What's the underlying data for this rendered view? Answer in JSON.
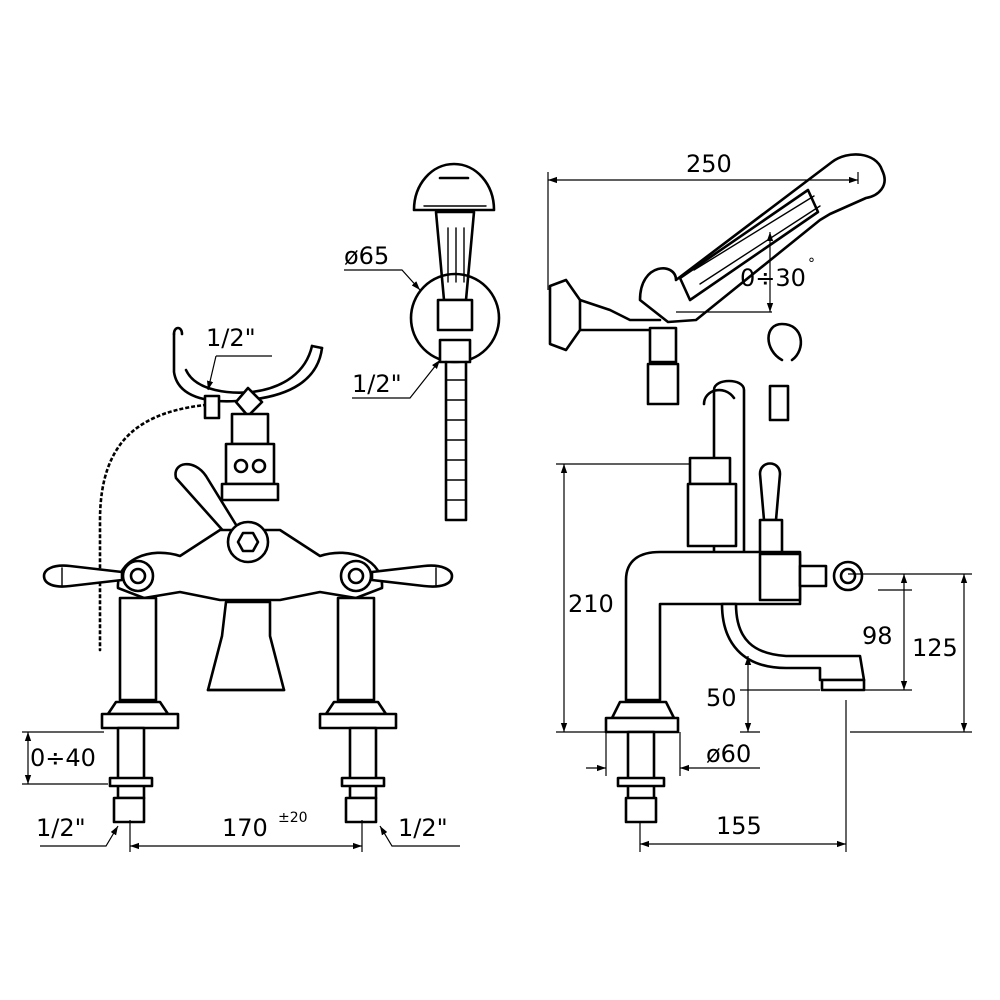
{
  "dimensions": {
    "holder_thread": "1/2\"",
    "handshower_diameter": "ø65",
    "outlet_thread": "1/2\"",
    "deck_thickness": "0÷40",
    "left_inlet_thread": "1/2\"",
    "centers": "170",
    "centers_tolerance": "±20",
    "right_inlet_thread": "1/2\"",
    "handshower_length": "250",
    "tilt_angle": "0÷30",
    "tilt_angle_unit": "°",
    "total_height": "210",
    "lever_height": "125",
    "inlet_height": "98",
    "spout_height": "50",
    "base_diameter": "ø60",
    "spout_reach": "155"
  }
}
